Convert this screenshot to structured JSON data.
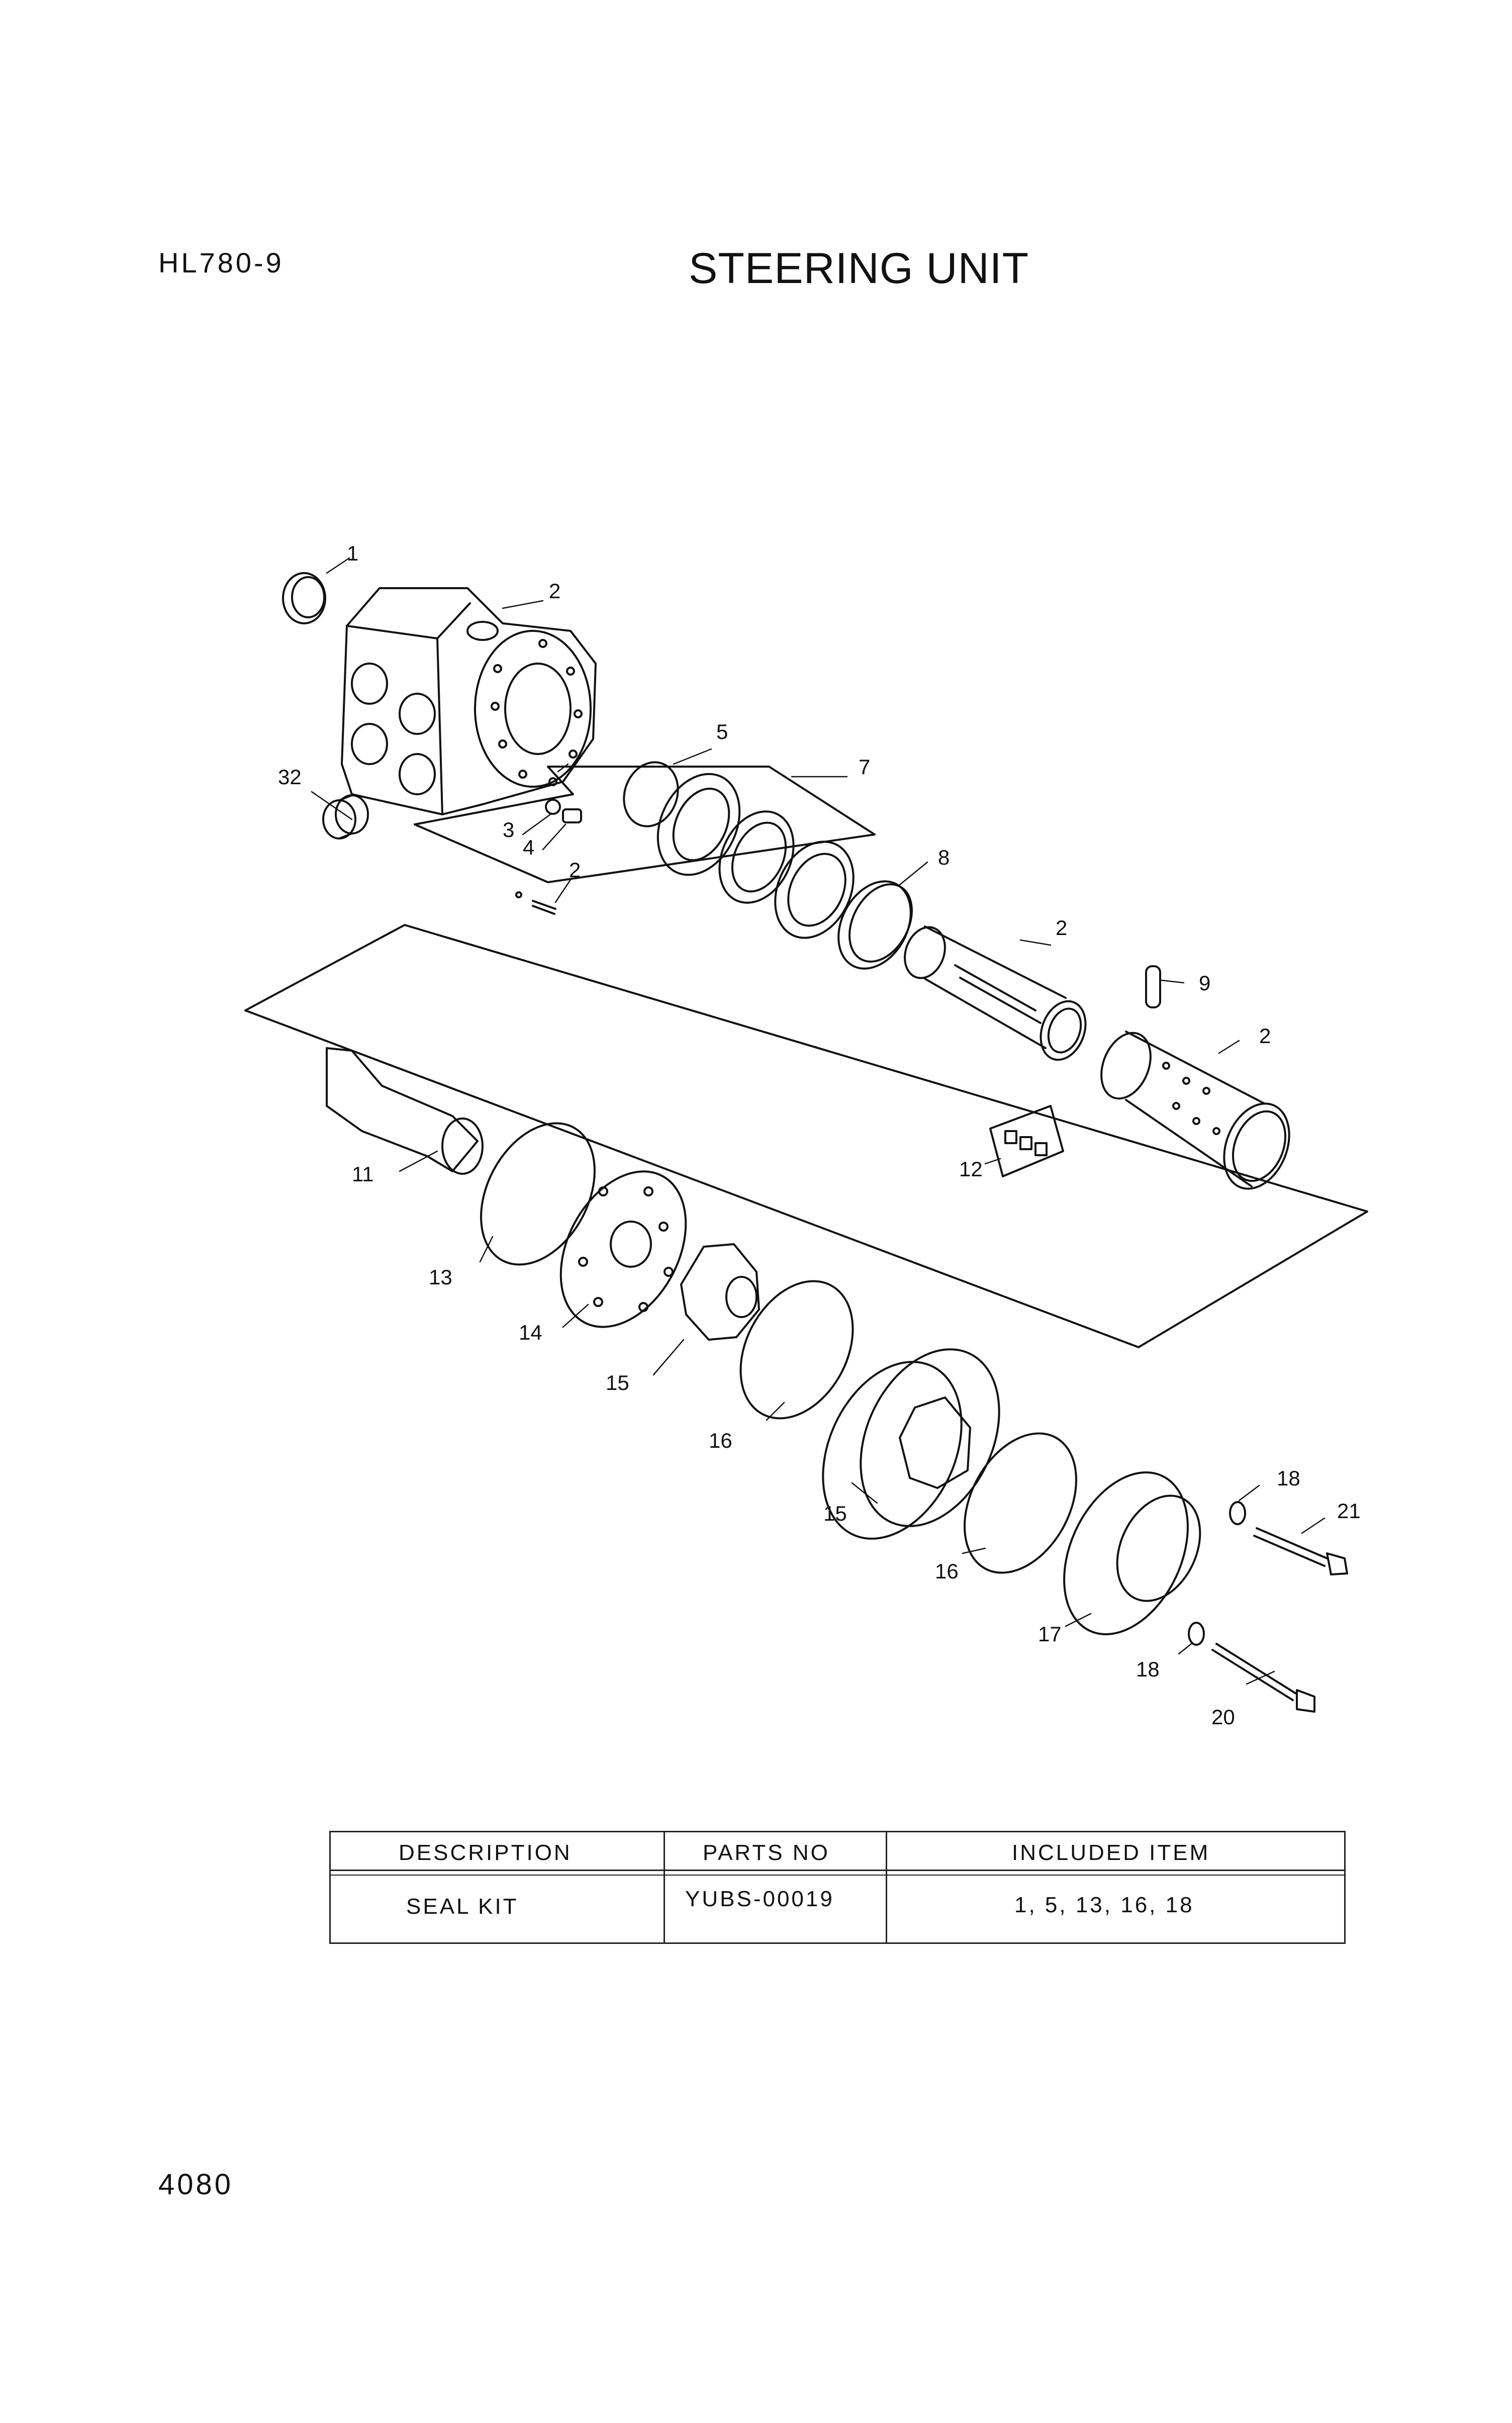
{
  "header": {
    "model": "HL780-9",
    "title": "STEERING UNIT"
  },
  "callouts": [
    "1",
    "2",
    "32",
    "5",
    "7",
    "3",
    "4",
    "2",
    "8",
    "2",
    "9",
    "2",
    "12",
    "11",
    "13",
    "14",
    "15",
    "16",
    "15",
    "16",
    "17",
    "18",
    "21",
    "18",
    "20"
  ],
  "table": {
    "headers": [
      "DESCRIPTION",
      "PARTS NO",
      "INCLUDED ITEM"
    ],
    "rows": [
      {
        "description": "SEAL KIT",
        "parts_no": "YUBS-00019",
        "included": "1, 5, 13, 16, 18"
      }
    ]
  },
  "footer": {
    "page_number": "4080"
  }
}
